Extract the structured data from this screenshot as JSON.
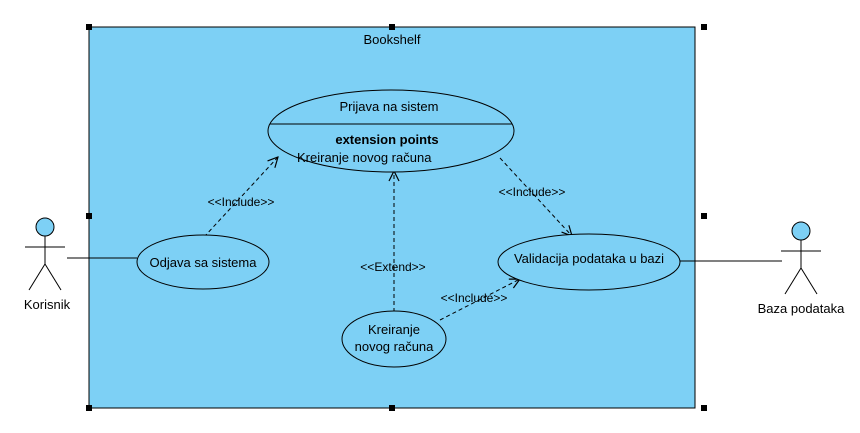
{
  "system": {
    "title": "Bookshelf",
    "fill": "#7DD0F5"
  },
  "actors": {
    "user": {
      "label": "Korisnik"
    },
    "db": {
      "label": "Baza podataka"
    }
  },
  "use_cases": {
    "login": {
      "title": "Prijava na sistem",
      "ext_header": "extension points",
      "ext_point": "Kreiranje novog računa"
    },
    "logout": {
      "label": "Odjava sa sistema"
    },
    "validate": {
      "label": "Validacija podataka u bazi"
    },
    "create": {
      "line1": "Kreiranje",
      "line2": "novog računa"
    }
  },
  "relations": {
    "logout_login": "<<Include>>",
    "login_validate": "<<Include>>",
    "create_login": "<<Extend>>",
    "create_validate": "<<Include>>"
  },
  "colors": {
    "usecase_fill": "#7DD0F5",
    "actor_head": "#7DD0F5",
    "line": "#000000"
  }
}
